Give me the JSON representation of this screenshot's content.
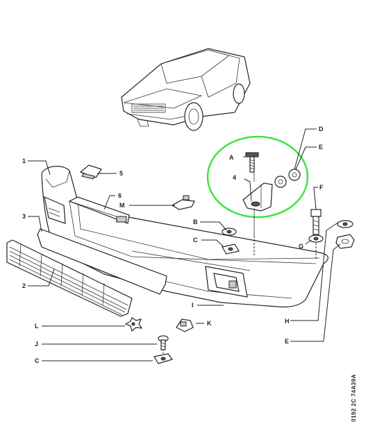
{
  "labels": {
    "n1": "1",
    "n2": "2",
    "n3": "3",
    "n4": "4",
    "n5": "5",
    "n6": "6",
    "A": "A",
    "B": "B",
    "C1": "C",
    "C2": "C",
    "D": "D",
    "E1": "E",
    "E2": "E",
    "F": "F",
    "G": "G",
    "H": "H",
    "I": "I",
    "J": "J",
    "K": "K",
    "L": "L",
    "M": "M"
  },
  "drawing_code": "0192 2C 74A39A",
  "colors": {
    "highlight": "#3ce63c",
    "ink": "#222222"
  }
}
